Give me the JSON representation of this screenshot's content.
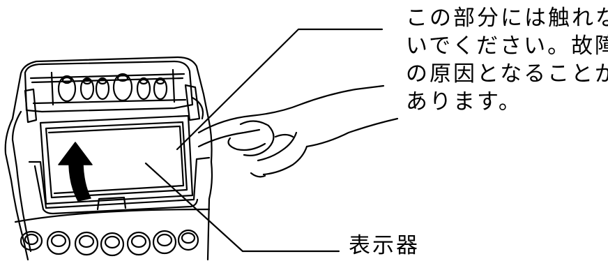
{
  "caution_note": {
    "lines": [
      "この部分には触れな",
      "いでください。故障",
      "の原因となることが",
      "あります。"
    ]
  },
  "display_label": "表示器"
}
